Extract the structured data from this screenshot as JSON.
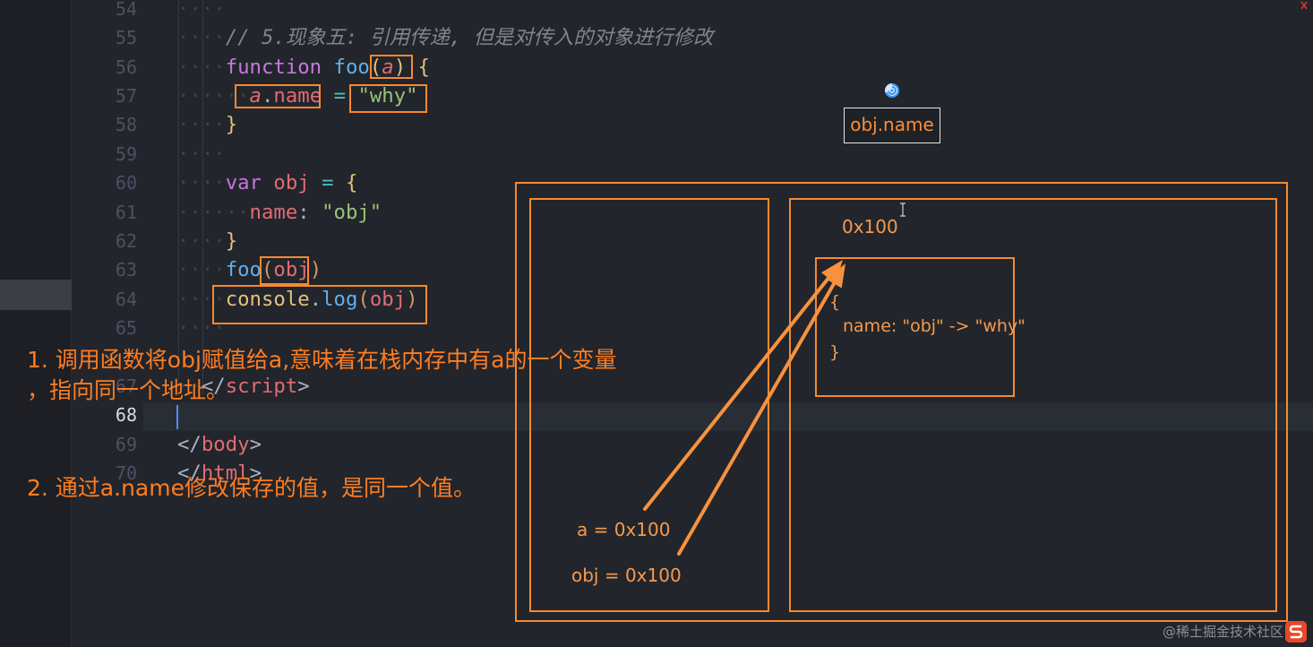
{
  "editor": {
    "lines": [
      {
        "n": "54",
        "indent": 4,
        "tokens": []
      },
      {
        "n": "55",
        "indent": 4,
        "tokens": [
          {
            "t": "// 5.现象五: 引用传递, 但是对传入的对象进行修改",
            "k": "comment"
          }
        ]
      },
      {
        "n": "56",
        "indent": 4,
        "tokens": [
          {
            "t": "function",
            "k": "keyword"
          },
          {
            "t": " ",
            "k": "plain"
          },
          {
            "t": "foo",
            "k": "fn"
          },
          {
            "t": "(",
            "k": "bracket"
          },
          {
            "t": "a",
            "k": "param"
          },
          {
            "t": ")",
            "k": "bracket"
          },
          {
            "t": " ",
            "k": "plain"
          },
          {
            "t": "{",
            "k": "bracket"
          }
        ]
      },
      {
        "n": "57",
        "indent": 6,
        "tokens": [
          {
            "t": "a",
            "k": "param"
          },
          {
            "t": ".",
            "k": "plain"
          },
          {
            "t": "name",
            "k": "prop"
          },
          {
            "t": " ",
            "k": "plain"
          },
          {
            "t": "=",
            "k": "op"
          },
          {
            "t": " ",
            "k": "plain"
          },
          {
            "t": "\"why\"",
            "k": "string"
          }
        ]
      },
      {
        "n": "58",
        "indent": 4,
        "tokens": [
          {
            "t": "}",
            "k": "bracket"
          }
        ]
      },
      {
        "n": "59",
        "indent": 4,
        "tokens": []
      },
      {
        "n": "60",
        "indent": 4,
        "tokens": [
          {
            "t": "var",
            "k": "keyword"
          },
          {
            "t": " ",
            "k": "plain"
          },
          {
            "t": "obj",
            "k": "var"
          },
          {
            "t": " ",
            "k": "plain"
          },
          {
            "t": "=",
            "k": "op"
          },
          {
            "t": " ",
            "k": "plain"
          },
          {
            "t": "{",
            "k": "bracket"
          }
        ]
      },
      {
        "n": "61",
        "indent": 6,
        "tokens": [
          {
            "t": "name",
            "k": "prop"
          },
          {
            "t": ": ",
            "k": "plain"
          },
          {
            "t": "\"obj\"",
            "k": "string"
          }
        ]
      },
      {
        "n": "62",
        "indent": 4,
        "tokens": [
          {
            "t": "}",
            "k": "bracket"
          }
        ]
      },
      {
        "n": "63",
        "indent": 4,
        "tokens": [
          {
            "t": "foo",
            "k": "fn"
          },
          {
            "t": "(",
            "k": "bracket2"
          },
          {
            "t": "obj",
            "k": "var"
          },
          {
            "t": ")",
            "k": "bracket2"
          }
        ]
      },
      {
        "n": "64",
        "indent": 4,
        "tokens": [
          {
            "t": "console",
            "k": "obj"
          },
          {
            "t": ".",
            "k": "plain"
          },
          {
            "t": "log",
            "k": "fn"
          },
          {
            "t": "(",
            "k": "bracket2"
          },
          {
            "t": "obj",
            "k": "var"
          },
          {
            "t": ")",
            "k": "bracket2"
          }
        ]
      },
      {
        "n": "65",
        "indent": 4,
        "tokens": []
      },
      {
        "n": "",
        "indent": 0,
        "tokens": []
      },
      {
        "n": "67",
        "indent": 2,
        "tokens": [
          {
            "t": "</",
            "k": "punct"
          },
          {
            "t": "script",
            "k": "tag"
          },
          {
            "t": ">",
            "k": "punct"
          }
        ]
      },
      {
        "n": "68",
        "indent": 0,
        "tokens": [],
        "current": true
      },
      {
        "n": "69",
        "indent": 0,
        "tokens": [
          {
            "t": "</",
            "k": "punct"
          },
          {
            "t": "body",
            "k": "tag"
          },
          {
            "t": ">",
            "k": "punct"
          }
        ]
      },
      {
        "n": "70",
        "indent": 0,
        "tokens": [
          {
            "t": "</",
            "k": "punct"
          },
          {
            "t": "html",
            "k": "tag"
          },
          {
            "t": ">",
            "k": "punct"
          }
        ]
      }
    ]
  },
  "annotations": {
    "note1_line1": "1. 调用函数将obj赋值给a,意味着在栈内存中有a的一个变量",
    "note1_line2": "，指向同一个地址。",
    "note2": "2. 通过a.name修改保存的值，是同一个值。"
  },
  "diagram": {
    "tooltip_label": "obj.name",
    "heap_address": "0x100",
    "heap_object": {
      "open_brace": "{",
      "property_line": "name: \"obj\" -> \"why\"",
      "close_brace": "}"
    },
    "stack_entries": [
      "a = 0x100",
      "obj = 0x100"
    ]
  },
  "watermark": "@稀土掘金技术社区",
  "icons": {
    "tooltip_marker": "swirl-icon",
    "mouse_pointer": "text-cursor-icon",
    "corner_mark": "error-mark-icon",
    "site_logo": "site-logo-icon"
  },
  "colors": {
    "editor_background": "#22252b",
    "annotation_orange": "#ff7d22",
    "diagram_orange": "#f7892f",
    "cursor_blue": "#528bff",
    "logo_red": "#e8472b"
  }
}
